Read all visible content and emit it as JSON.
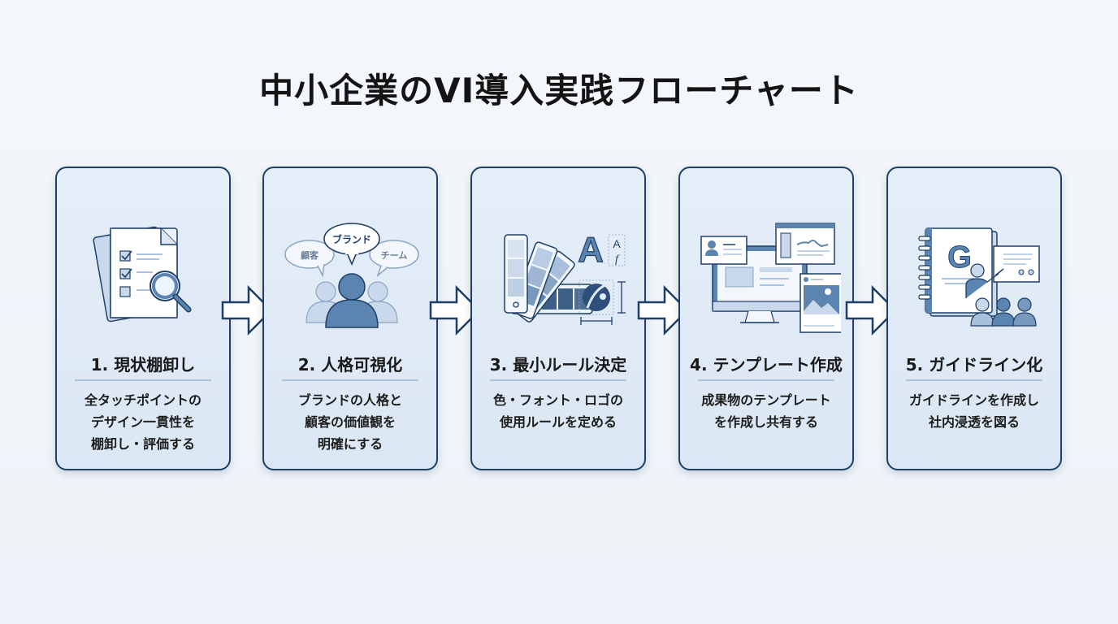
{
  "title": "中小企業のVI導入実践フローチャート",
  "colors": {
    "border": "#1f3f66",
    "card_bg": "#e1ebf6",
    "icon_primary": "#5b84b1",
    "icon_light": "#c9d8ea",
    "divider": "#a9c4e0"
  },
  "steps": [
    {
      "title": "1. 現状棚卸し",
      "icon": "checklist-magnifier-icon",
      "desc": [
        "全タッチポイントの",
        "デザイン一貫性を",
        "棚卸し・評価する"
      ]
    },
    {
      "title": "2. 人格可視化",
      "icon": "persona-speech-bubbles-icon",
      "bubbles": [
        "顧客",
        "ブランド",
        "チーム"
      ],
      "desc": [
        "ブランドの人格と",
        "顧客の価値観を",
        "明確にする"
      ]
    },
    {
      "title": "3. 最小ルール決定",
      "icon": "color-swatch-typography-logo-icon",
      "desc": [
        "色・フォント・ロゴの",
        "使用ルールを定める"
      ]
    },
    {
      "title": "4. テンプレート作成",
      "icon": "templates-monitor-icon",
      "desc": [
        "成果物のテンプレート",
        "を作成し共有する"
      ]
    },
    {
      "title": "5. ガイドライン化",
      "icon": "guidebook-presentation-icon",
      "desc": [
        "ガイドラインを作成し",
        "社内浸透を図る"
      ]
    }
  ],
  "arrows": [
    "arrow-right",
    "arrow-right",
    "arrow-right",
    "arrow-right"
  ]
}
